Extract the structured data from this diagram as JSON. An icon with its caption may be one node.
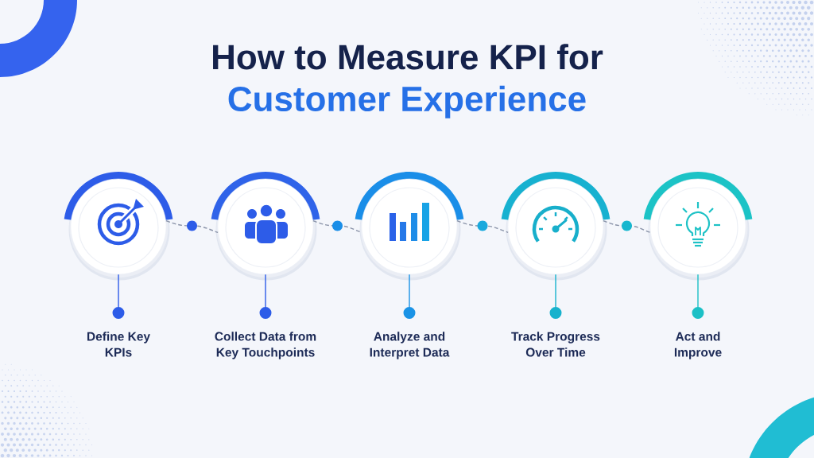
{
  "diagram": {
    "title": "How to Measure KPI for Customer Experience",
    "nodes": [
      {
        "text": [],
        "shape": "circle"
      },
      {
        "text": [
          "Define Key KPIs"
        ]
      },
      {
        "text": [],
        "shape": "circle"
      },
      {
        "text": [
          "Collect Data from Key Touchpoints"
        ]
      },
      {
        "text": [],
        "shape": "circle"
      },
      {
        "text": [
          "Analyze and Interpret Data"
        ]
      },
      {
        "text": [],
        "shape": "circle"
      },
      {
        "text": [
          "Track Progress Over Time"
        ]
      },
      {
        "text": [],
        "shape": "circle"
      },
      {
        "text": [
          "Act and Improve"
        ]
      }
    ],
    "edges": [
      {
        "from": 0,
        "to": 1,
        "arrow": "other",
        "color": "#2d5ce8"
      },
      {
        "from": 0,
        "to": 2,
        "arrow": "none",
        "style": "dashed"
      },
      {
        "from": 2,
        "to": 3,
        "arrow": "other",
        "color": "#2d5ce8"
      },
      {
        "from": 2,
        "to": 4,
        "arrow": "none",
        "style": "dashed"
      },
      {
        "from": 4,
        "to": 5,
        "arrow": "other",
        "color": "#1a93e6"
      },
      {
        "from": 4,
        "to": 6,
        "arrow": "none",
        "style": "dashed"
      },
      {
        "from": 6,
        "to": 7,
        "arrow": "other",
        "color": "#17b2cd"
      },
      {
        "from": 6,
        "to": 8,
        "arrow": "none",
        "style": "dashed"
      },
      {
        "from": 8,
        "to": 9,
        "arrow": "other",
        "color": "#1cc0c6"
      }
    ]
  }
}
